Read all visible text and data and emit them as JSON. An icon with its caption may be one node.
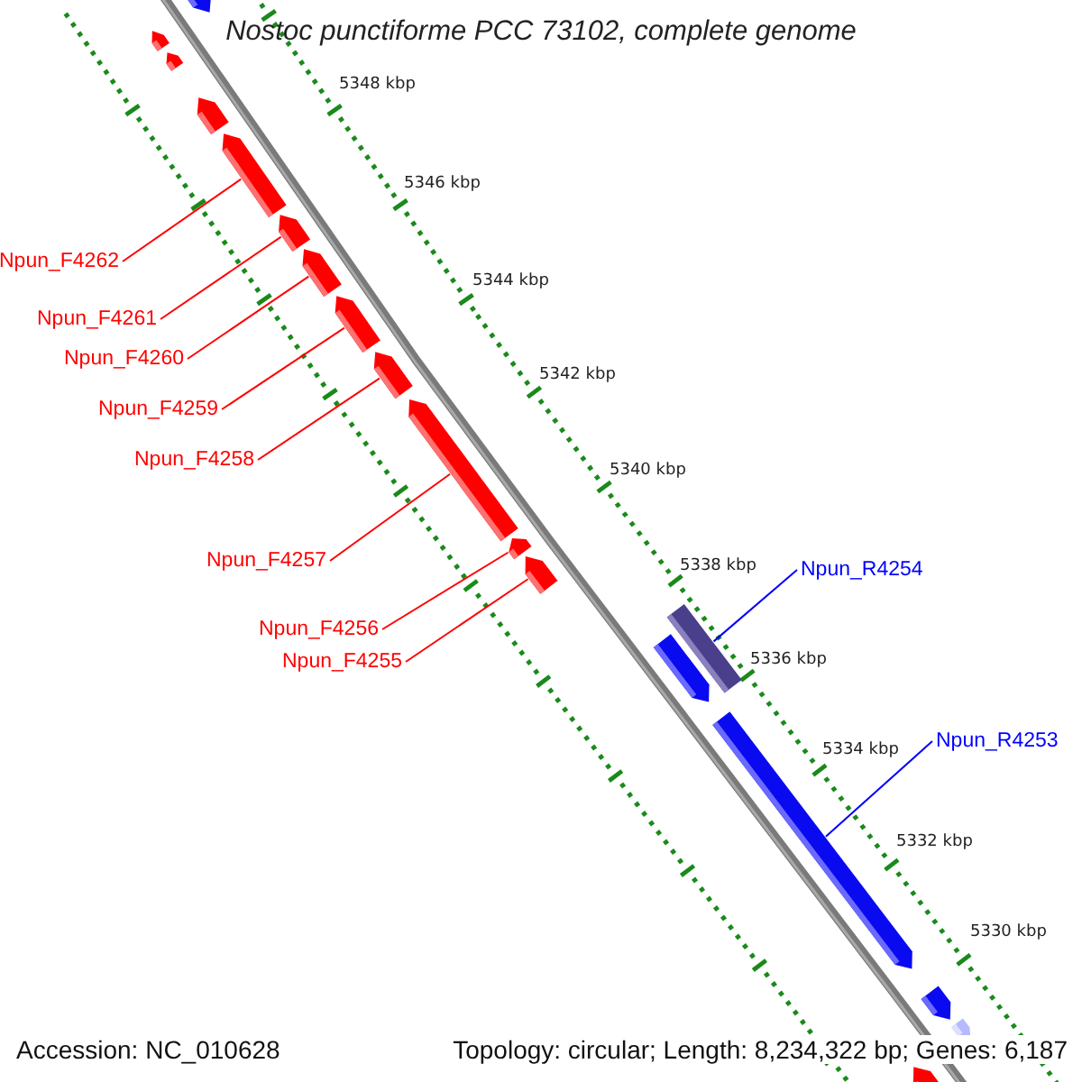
{
  "diagram": {
    "title": "Nostoc punctiforme PCC 73102, complete genome",
    "nodes": [
      {
        "text": [
          "Npun_F4262"
        ]
      },
      {
        "text": [
          "Npun_F4261"
        ]
      },
      {
        "text": [
          "Npun_F4260"
        ]
      },
      {
        "text": [
          "Npun_F4259"
        ]
      },
      {
        "text": [
          "Npun_F4258"
        ]
      },
      {
        "text": [
          "Npun_F4257"
        ]
      },
      {
        "text": [
          "Npun_F4256"
        ]
      },
      {
        "text": [
          "Npun_F4255"
        ]
      },
      {
        "text": [
          "Npun_R4254"
        ]
      },
      {
        "text": [
          "Npun_R4253"
        ]
      },
      {
        "text": [],
        "shape": "bar"
      },
      {
        "text": [],
        "shape": "bar"
      },
      {
        "text": [],
        "shape": "bar"
      },
      {
        "text": [],
        "shape": "bar"
      },
      {
        "text": [],
        "shape": "bar"
      },
      {
        "text": [],
        "shape": "bar"
      },
      {
        "text": [],
        "shape": "bar"
      },
      {
        "text": [],
        "shape": "bar"
      },
      {
        "text": [],
        "shape": "bar"
      },
      {
        "text": [],
        "shape": "bar"
      },
      {
        "text": [],
        "shape": "bar"
      },
      {
        "text": [],
        "shape": "bar"
      },
      {
        "text": [],
        "shape": "bar"
      },
      {
        "text": [],
        "shape": "bar"
      },
      {
        "text": [],
        "shape": "bar"
      },
      {
        "text": [],
        "shape": "bar"
      },
      {
        "text": [],
        "shape": "bar"
      },
      {
        "text": [],
        "shape": "bar"
      }
    ],
    "edges": [
      {
        "from": 0,
        "to": 14,
        "arrow": "none"
      },
      {
        "from": 1,
        "to": 15,
        "arrow": "none"
      },
      {
        "from": 2,
        "to": 16,
        "arrow": "none"
      },
      {
        "from": 3,
        "to": 17,
        "arrow": "none"
      },
      {
        "from": 4,
        "to": 18,
        "arrow": "none"
      },
      {
        "from": 5,
        "to": 19,
        "arrow": "none"
      },
      {
        "from": 6,
        "to": 20,
        "arrow": "none"
      },
      {
        "from": 7,
        "to": 21,
        "arrow": "none"
      },
      {
        "from": 8,
        "to": 22,
        "arrow": "none",
        "color": "#0000ff"
      },
      {
        "from": 9,
        "to": 24,
        "arrow": "none",
        "color": "#0000ff"
      }
    ],
    "labels": [
      "5348 kbp",
      "5346 kbp",
      "5344 kbp",
      "5342 kbp",
      "5340 kbp",
      "5338 kbp",
      "5336 kbp",
      "5334 kbp",
      "5332 kbp",
      "5330 kbp",
      "Accession: NC_010628",
      "Topology: circular; Length: 8,234,322 bp; Genes: 6,187"
    ]
  }
}
